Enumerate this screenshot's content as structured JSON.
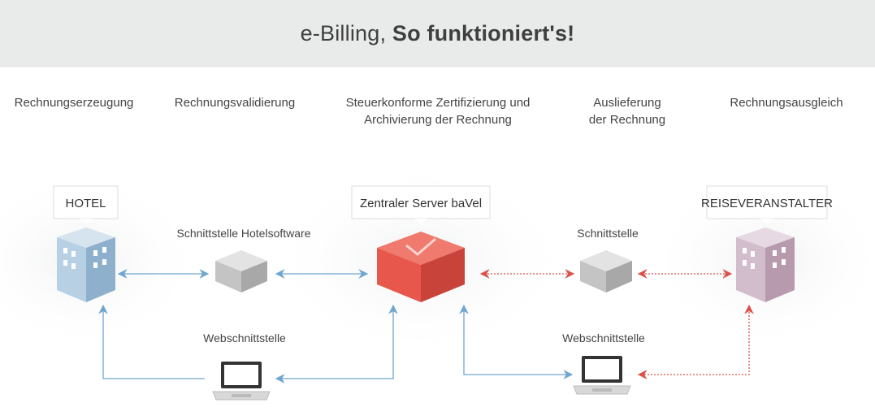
{
  "header": {
    "title_light": "e-Billing, ",
    "title_bold": "So funktioniert's!"
  },
  "stages": [
    {
      "line1": "Rechnungserzeugung",
      "line2": ""
    },
    {
      "line1": "Rechnungsvalidierung",
      "line2": ""
    },
    {
      "line1": "Steuerkonforme Zertifizierung und",
      "line2": "Archivierung der Rechnung"
    },
    {
      "line1": "Auslieferung",
      "line2": "der Rechnung"
    },
    {
      "line1": "Rechnungsausgleich",
      "line2": ""
    }
  ],
  "nodes": {
    "hotel": "HOTEL",
    "server": "Zentraler Server baVel",
    "operator": "REISEVERANSTALTER",
    "interface_hotel": "Schnittstelle Hotelsoftware",
    "interface_right": "Schnittstelle",
    "web_left": "Webschnittstelle",
    "web_right": "Webschnittstelle"
  },
  "colors": {
    "blue_arrow": "#6fa6cf",
    "red_arrow": "#d9534a",
    "server": "#e8574c",
    "hotel": "#a9c4da",
    "operator": "#c9b1c4"
  }
}
